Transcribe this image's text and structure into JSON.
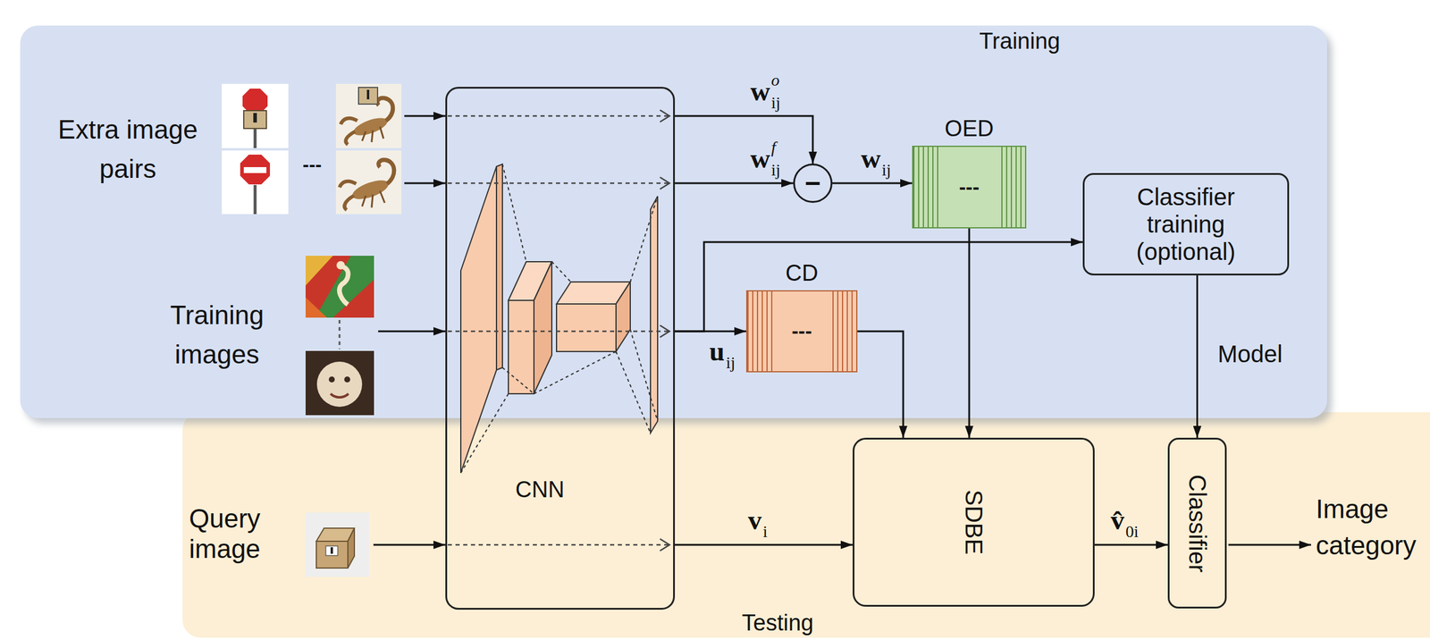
{
  "diagram": {
    "nodes": [
      {
        "text": [
          "Training"
        ]
      },
      {
        "text": [
          "−"
        ],
        "in": 0
      },
      {
        "text": [
          "OED",
          "---"
        ],
        "in": 0
      },
      {
        "text": [
          "Classifier training (optional)"
        ],
        "in": 0
      },
      {
        "text": [
          "CD",
          "---"
        ],
        "in": 0
      },
      {
        "text": [
          "CNN"
        ]
      },
      {
        "text": [
          "Testing"
        ]
      },
      {
        "text": [
          "SDBE"
        ],
        "in": 6
      },
      {
        "text": [
          "Classifier"
        ],
        "in": 6
      }
    ],
    "edges": [
      {
        "from": 5,
        "to": 1,
        "label": "w",
        "arrow": "to"
      },
      {
        "from": 5,
        "to": 1,
        "label": "w",
        "arrow": "to"
      },
      {
        "from": 1,
        "to": 2,
        "label": "w",
        "arrow": "to"
      },
      {
        "from": 5,
        "to": 4,
        "label": "u",
        "arrow": "to"
      },
      {
        "from": 5,
        "to": 3,
        "arrow": "to"
      },
      {
        "from": 4,
        "to": 7,
        "arrow": "to"
      },
      {
        "from": 2,
        "to": 7,
        "arrow": "to"
      },
      {
        "from": 3,
        "to": 8,
        "label": "Model",
        "arrow": "to"
      },
      {
        "from": 5,
        "to": 7,
        "label": "v",
        "arrow": "to"
      },
      {
        "from": 7,
        "to": 8,
        "label": "v̂",
        "arrow": "to"
      }
    ],
    "labels": [
      "Extra image pairs",
      "---",
      "Training images",
      "Query image",
      "o",
      "ij",
      "f",
      "ij",
      "ij",
      "ij",
      "i",
      "0i",
      "Image category"
    ]
  }
}
